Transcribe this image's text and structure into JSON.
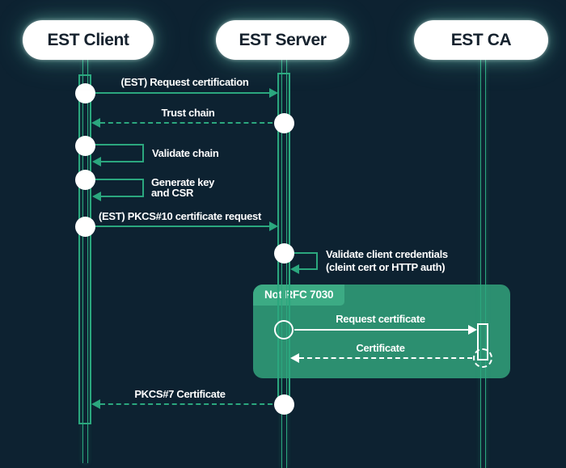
{
  "colors": {
    "background": "#0d2231",
    "accent_green": "#2ba77e",
    "fragment_fill": "#2c8f70",
    "fragment_tab_fill": "#3cab84",
    "actor_fill": "#ffffff",
    "actor_text": "#16222e",
    "label_text": "#ffffff"
  },
  "actors": [
    {
      "label": "EST Client"
    },
    {
      "label": "EST Server"
    },
    {
      "label": "EST CA"
    }
  ],
  "messages": {
    "request_certification": {
      "label": "(EST) Request certification",
      "from": "EST Client",
      "to": "EST Server",
      "style": "solid"
    },
    "trust_chain": {
      "label": "Trust chain",
      "from": "EST Server",
      "to": "EST Client",
      "style": "dashed"
    },
    "validate_chain": {
      "label": "Validate chain",
      "from": "EST Client",
      "to": "EST Client",
      "style": "self"
    },
    "generate_key": {
      "line1": "Generate key",
      "line2": "and CSR",
      "from": "EST Client",
      "to": "EST Client",
      "style": "self"
    },
    "pkcs10_request": {
      "label": "(EST) PKCS#10 certificate request",
      "from": "EST Client",
      "to": "EST Server",
      "style": "solid"
    },
    "validate_credentials": {
      "line1": "Validate client credentials",
      "line2": "(cleint cert or HTTP auth)",
      "from": "EST Server",
      "to": "EST Server",
      "style": "self"
    },
    "request_certificate": {
      "label": "Request certificate",
      "from": "EST Server",
      "to": "EST CA",
      "style": "solid"
    },
    "certificate": {
      "label": "Certificate",
      "from": "EST CA",
      "to": "EST Server",
      "style": "dashed"
    },
    "pkcs7_certificate": {
      "label": "PKCS#7 Certificate",
      "from": "EST Server",
      "to": "EST Client",
      "style": "dashed"
    }
  },
  "fragment": {
    "label": "Not RFC 7030"
  }
}
